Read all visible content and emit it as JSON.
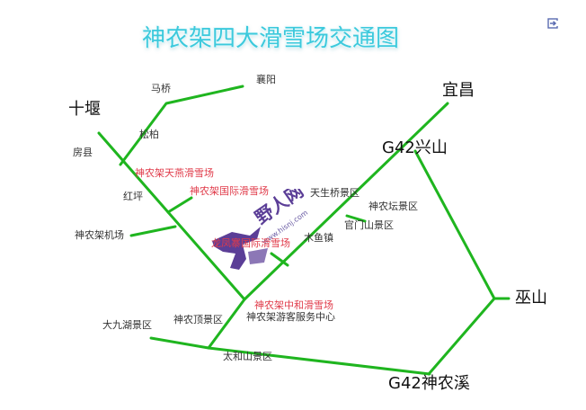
{
  "title": "神农架四大滑雪场交通图",
  "toolbar": {
    "exit_icon": "exit-to-right-icon"
  },
  "colors": {
    "road": "#1fb51f",
    "title": "#3cc9dc",
    "ski_resort_label": "#e03b4a",
    "place_label": "#333333",
    "watermark": "#4a2a8c"
  },
  "cities": {
    "shiyan": "十堰",
    "yichang": "宜昌",
    "xingshan": "G42兴山",
    "wushan": "巫山",
    "shennongxi": "G42神农溪"
  },
  "places": {
    "xiangyang": "襄阳",
    "maqiao": "马桥",
    "songbai": "松柏",
    "fangxian": "房县",
    "hongping": "红坪",
    "airport": "神农架机场",
    "tianshengqiao": "天生桥景区",
    "shennongtan": "神农坛景区",
    "guanmenshan": "官门山景区",
    "muyu": "木鱼镇",
    "shennongding": "神农顶景区",
    "visitor_center": "神农架游客服务中心",
    "dajiuhu": "大九湖景区",
    "taiheshan": "太和山景区"
  },
  "ski_resorts": {
    "tianyan": "神农架天燕滑雪场",
    "guoji": "神农架国际滑雪场",
    "longfengzhai": "龙凤寨国际滑雪场",
    "zhonghe": "神农架中和滑雪场"
  },
  "watermark": {
    "brand": "野人网",
    "url": "www.hisnj.com"
  }
}
